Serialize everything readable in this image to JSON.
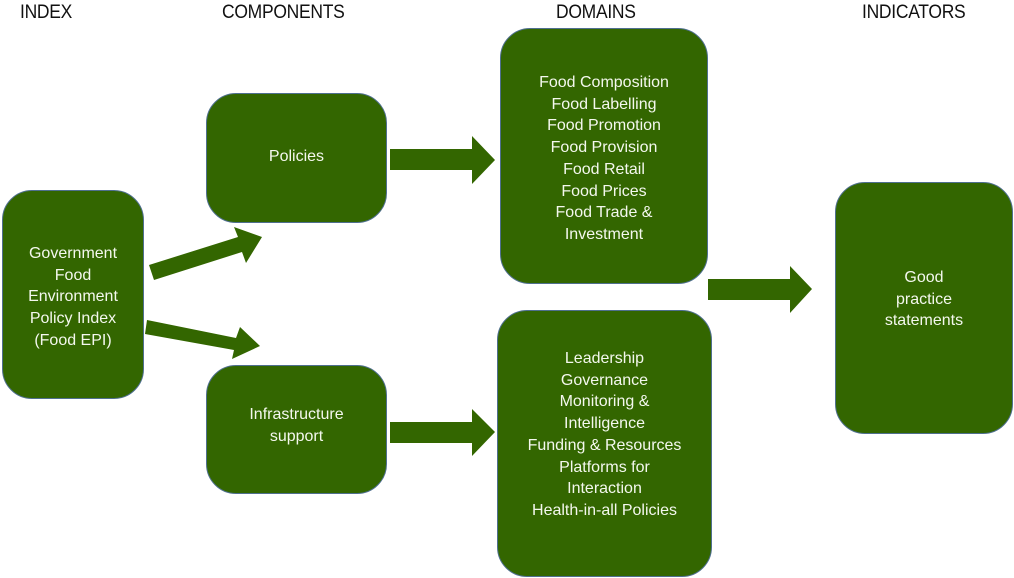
{
  "headers": {
    "index": "INDEX",
    "components": "COMPONENTS",
    "domains": "DOMAINS",
    "indicators": "INDICATORS"
  },
  "index_box": {
    "lines": [
      "Government",
      "Food",
      "Environment",
      "Policy Index",
      "(Food EPI)"
    ]
  },
  "components": {
    "policies": {
      "lines": [
        "Policies"
      ]
    },
    "infrastructure": {
      "lines": [
        "Infrastructure",
        "support"
      ]
    }
  },
  "domains": {
    "policy_domains": {
      "lines": [
        "Food Composition",
        "Food Labelling",
        "Food Promotion",
        "Food Provision",
        "Food Retail",
        "Food Prices",
        "Food Trade &",
        "Investment"
      ]
    },
    "infrastructure_domains": {
      "lines": [
        "Leadership",
        "Governance",
        "Monitoring &",
        "Intelligence",
        "Funding & Resources",
        "Platforms for",
        "Interaction",
        "Health-in-all Policies"
      ]
    }
  },
  "indicators_box": {
    "lines": [
      "Good",
      "practice",
      "statements"
    ]
  },
  "colors": {
    "box_fill": "#336600",
    "box_border": "#4f6f8f",
    "text": "#f4f8ee",
    "arrow": "#336600"
  },
  "edges": [
    {
      "from": "index",
      "to": "policies"
    },
    {
      "from": "index",
      "to": "infrastructure"
    },
    {
      "from": "policies",
      "to": "policy_domains"
    },
    {
      "from": "infrastructure",
      "to": "infrastructure_domains"
    },
    {
      "from": "domains",
      "to": "indicators"
    }
  ]
}
